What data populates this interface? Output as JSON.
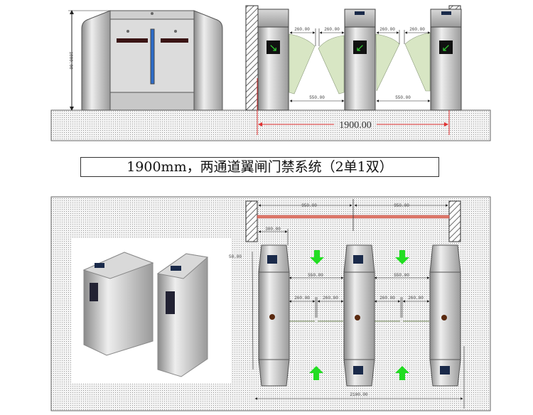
{
  "title": "1900mm，两通道翼闸门禁系统（2单1双）",
  "front_view": {
    "height_label": "1000.00",
    "gap_labels": [
      "260.00",
      "260.00",
      "260.00",
      "260.00"
    ],
    "passage_labels": [
      "550.00",
      "550.00"
    ],
    "total_width_label": "1900.00"
  },
  "plan_view": {
    "half_width_labels": [
      "950.00",
      "950.00"
    ],
    "cabinet_width_label": "300.00",
    "offset_label": "50.00",
    "passage_labels": [
      "550.00",
      "550.00"
    ],
    "wing_labels": [
      "260.00",
      "260.00",
      "260.00",
      "260.00"
    ],
    "total_width_label": "2100.00"
  },
  "colors": {
    "arrow": "#22dd22",
    "dimension_red": "#e03030",
    "wing": "#d8e6c4",
    "display": "#1a2a4a"
  }
}
